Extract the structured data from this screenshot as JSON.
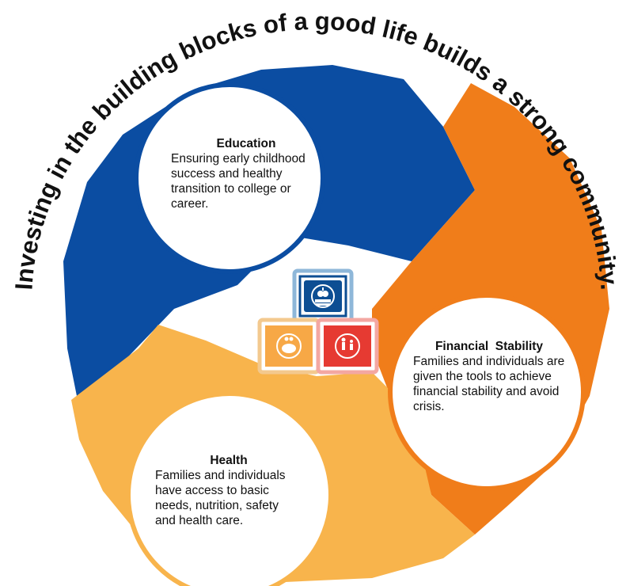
{
  "headline": "Investing in the building blocks of a good life builds a strong community.",
  "colors": {
    "education": "#0B4DA2",
    "financial": "#F07D1A",
    "health": "#F8B44C",
    "health_block": "#F7A846",
    "health_block_border": "#F3C98E",
    "financial_block": "#E63A32",
    "education_block": "#0D4E93",
    "education_block_border": "#8EB7D9"
  },
  "segments": [
    {
      "id": "education",
      "title": "Education",
      "body": "Ensuring early childhood success and healthy transition to college or career."
    },
    {
      "id": "financial",
      "title": "Financial  Stability",
      "body": "Families and individuals are given the tools to achieve financial stability and avoid crisis."
    },
    {
      "id": "health",
      "title": "Health",
      "body": "Families and individuals have access to basic needs, nutrition, safety and health care."
    }
  ],
  "blocks": [
    {
      "name": "education-block",
      "icon": "apple-on-books-icon"
    },
    {
      "name": "health-block",
      "icon": "piggy-bank-icon"
    },
    {
      "name": "financial-block",
      "icon": "family-icon"
    }
  ]
}
